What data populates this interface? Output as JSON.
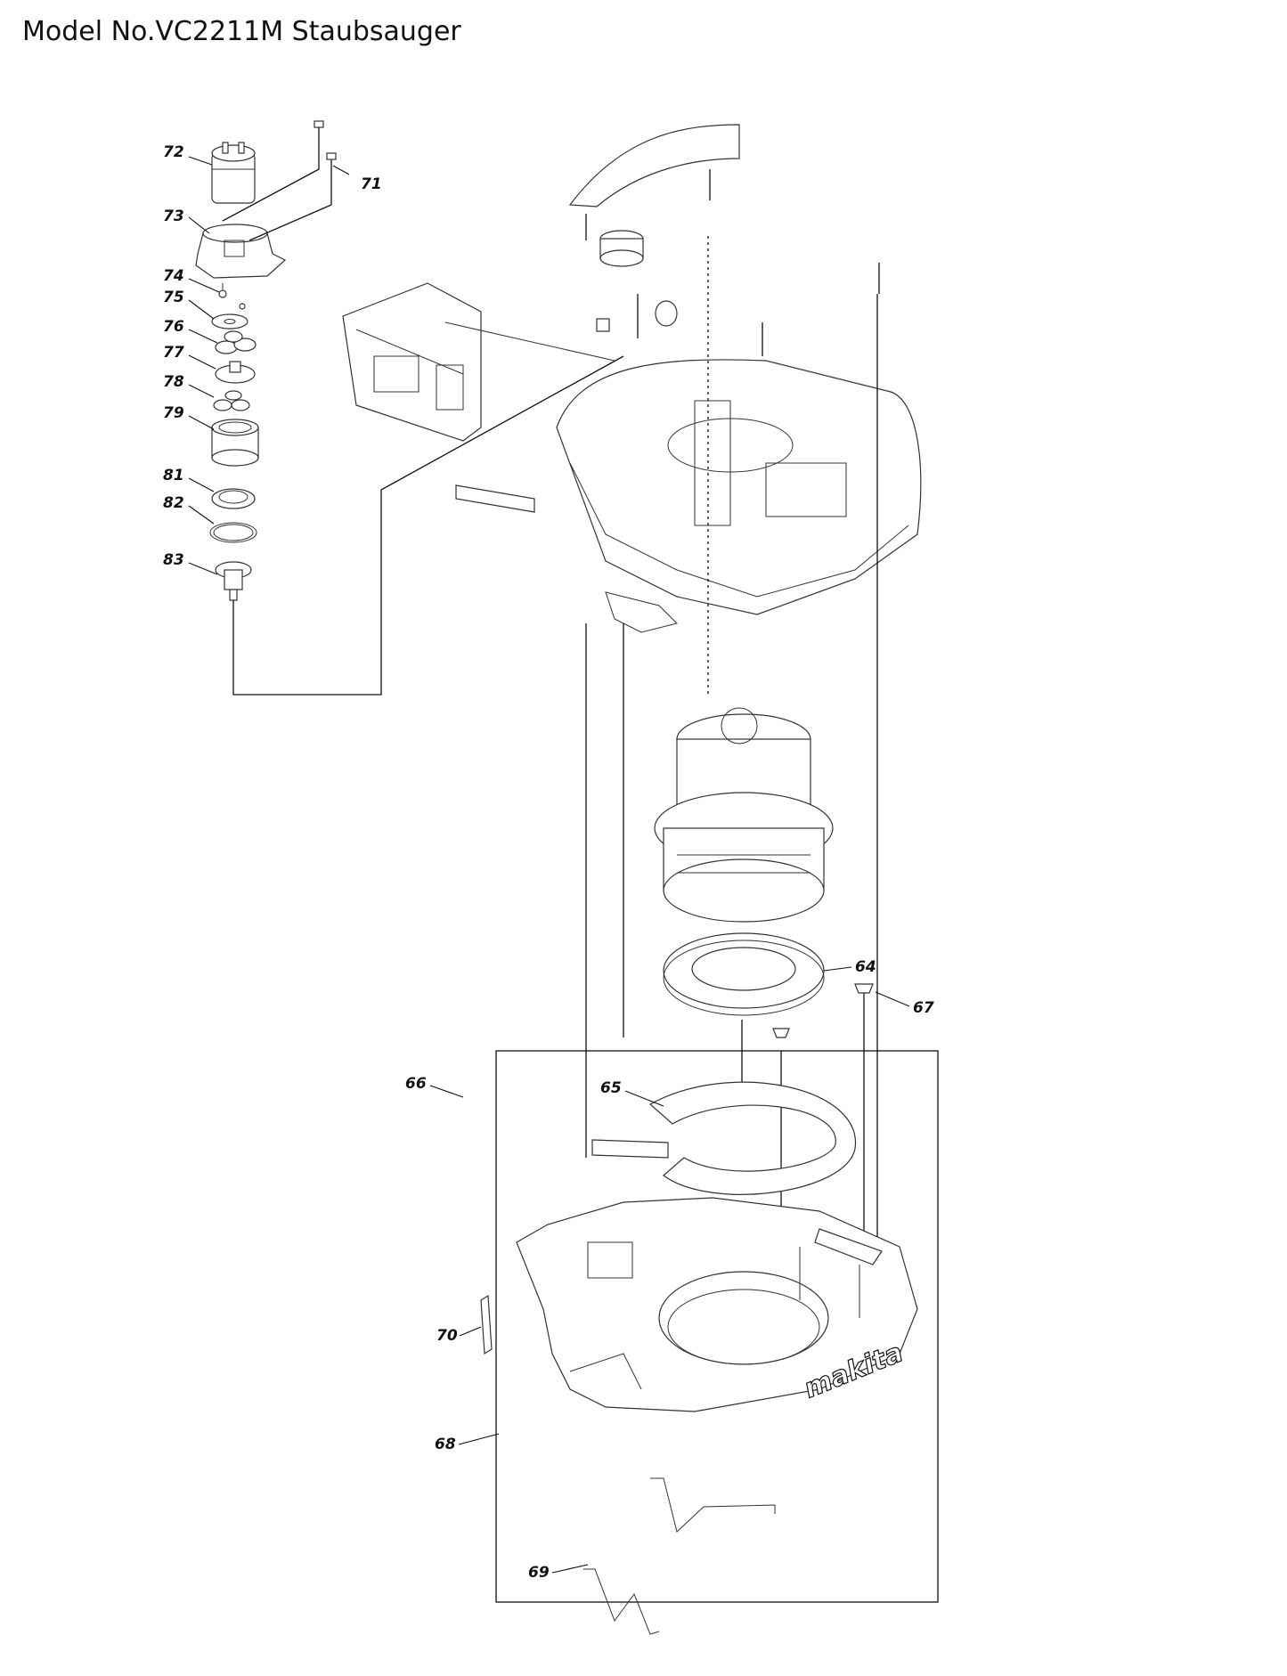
{
  "title": "Model No.VC2211M Staubsauger",
  "brand": "makita",
  "parts": {
    "p64": "64",
    "p65": "65",
    "p66": "66",
    "p67": "67",
    "p68": "68",
    "p69": "69",
    "p70": "70",
    "p71": "71",
    "p72": "72",
    "p73": "73",
    "p74": "74",
    "p75": "75",
    "p76": "76",
    "p77": "77",
    "p78": "78",
    "p79": "79",
    "p81": "81",
    "p82": "82",
    "p83": "83"
  }
}
